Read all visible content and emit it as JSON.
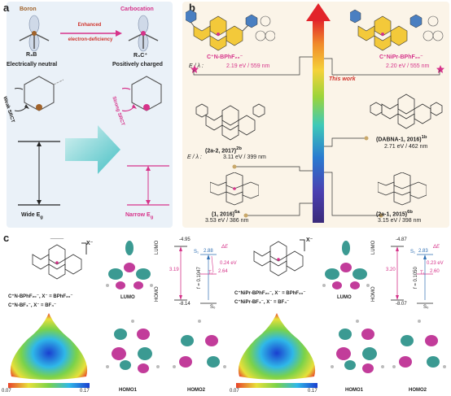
{
  "panel_a": {
    "label": "a",
    "boron": "Boron",
    "carbocation": "Carbocation",
    "arrow_top": "Enhanced",
    "arrow_bottom": "electron-deficiency",
    "r3b": "R₃B",
    "r3c": "R₃C⁺",
    "neutral": "Electrically neutral",
    "charged": "Positively charged",
    "weak": "Weak SRCT",
    "strong": "Strong SRCT",
    "wide": "Wide E",
    "narrow": "Narrow E",
    "g_sub": "g"
  },
  "panel_b": {
    "label": "b",
    "cnbphf": "C⁺N-BPhF₂₀⁻",
    "cniprbphf": "C⁺NiPr-BPhF₂₀⁻",
    "eg_label": "E  / λ   :",
    "val_cn": "2.19 eV / 559 nm",
    "val_cnipr": "2.20 eV / 555 nm",
    "this_work": "This work",
    "c2a2": "(2a-2, 2017)",
    "c2a2_ref": "2b",
    "val_2a2": "3.11 eV / 399 nm",
    "dabna": "(DABNA-1, 2016)",
    "dabna_ref": "1b",
    "val_dabna": "2.71 eV / 462 nm",
    "c1": "(1, 2016)",
    "c1_ref": "6a",
    "val_1": "3.53 eV / 386 nm",
    "c2a1": "(2a-1, 2015)",
    "c2a1_ref": "6b",
    "val_2a1": "3.15 eV / 398 nm"
  },
  "panel_c": {
    "label": "c",
    "left_name1": "C⁺N-BPhF₂₀⁻, X⁻ = BPhF₂₀⁻",
    "left_name2": "C⁺N-BF₄⁻, X⁻ = BF₄⁻",
    "right_name1": "C⁺NiPr-BPhF₂₀⁻, X⁻ = BPhF₂₀⁻",
    "right_name2": "C⁺NiPr-BF₄⁻, X⁻ = BF₄⁻",
    "x_minus": "X⁻",
    "lumo": "LUMO",
    "homo1": "HOMO1",
    "homo2": "HOMO2",
    "homo": "HOMO",
    "left_lumo": "-4.95",
    "left_homo": "-8.14",
    "left_gap": "3.19",
    "left_s1": "2.88",
    "left_t1": "2.64",
    "left_dest": "0.24 eV",
    "left_f": "f = 0.1047",
    "right_lumo": "-4.87",
    "right_homo": "-8.07",
    "right_gap": "3.20",
    "right_s1": "2.83",
    "right_t1": "2.60",
    "right_dest": "0.23 eV",
    "right_f": "f = 0.1050",
    "s1": "S₁",
    "t1": "T₁",
    "s0": "S₀",
    "dest": "ΔE",
    "scale_min": "0.07",
    "scale_max": "0.17",
    "scale_min2": "0.07",
    "scale_max2": "0.17"
  },
  "colors": {
    "brown": "#a0622a",
    "pink": "#d6338a",
    "teal": "#46c0c4",
    "red": "#d0342c",
    "blue": "#2f6fb3"
  }
}
